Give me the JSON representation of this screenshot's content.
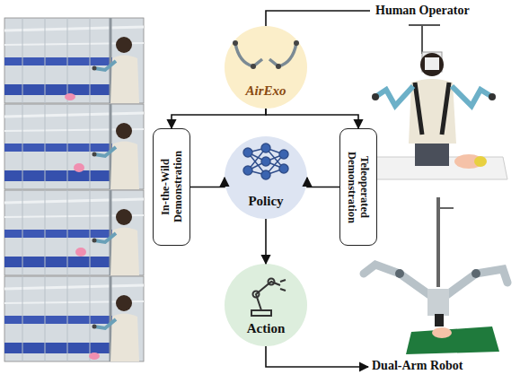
{
  "diagram": {
    "nodes": [
      {
        "text": [
          "AirExo"
        ]
      },
      {
        "text": [
          "In-the-Wild Demonstration"
        ]
      },
      {
        "text": [
          "Policy"
        ]
      },
      {
        "text": [
          "Teleoperated Demonstration"
        ]
      },
      {
        "text": [
          "Action"
        ]
      }
    ],
    "edges": [
      {
        "from": 0,
        "to": 1,
        "arrow": "to"
      },
      {
        "from": 0,
        "to": 3,
        "arrow": "to"
      },
      {
        "from": 1,
        "to": 2,
        "arrow": "to"
      },
      {
        "from": 3,
        "to": 2,
        "arrow": "to"
      },
      {
        "from": 2,
        "to": 4,
        "arrow": "to"
      }
    ],
    "labels": [
      "Human Operator",
      "Dual-Arm Robot"
    ]
  }
}
